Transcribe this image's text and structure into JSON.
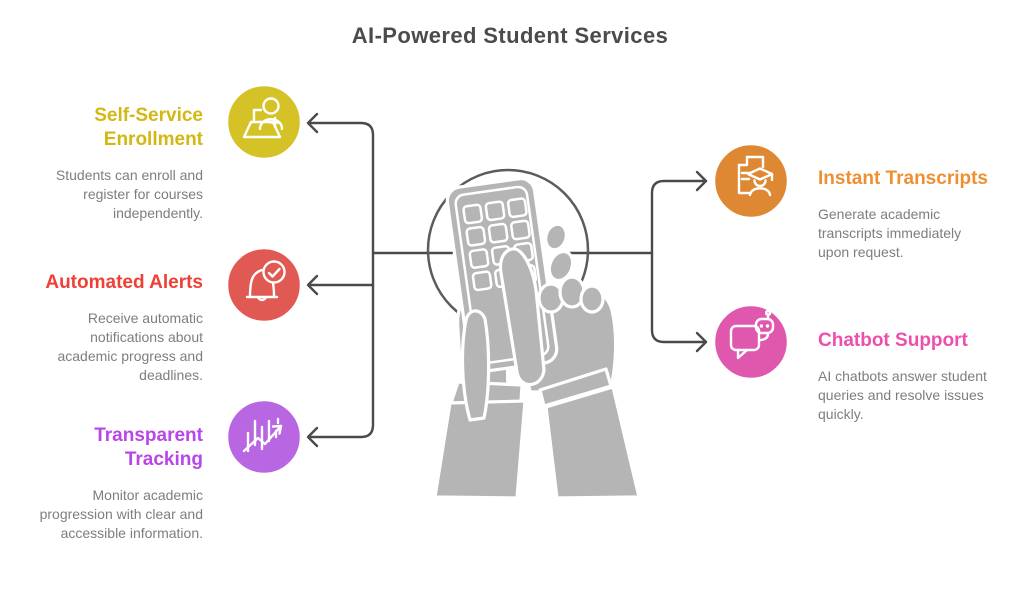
{
  "title": "AI-Powered Student Services",
  "colors": {
    "title": "#4b4b4b",
    "body_text": "#7e7e7e",
    "connector": "#4a4a4a",
    "background": "#ffffff",
    "illustration_fill": "#b5b5b5",
    "illustration_stroke": "#ffffff",
    "backdrop_circle": "#5c5c5c"
  },
  "items": [
    {
      "heading": "Self-Service Enrollment",
      "description": "Students can enroll and register for courses independently.",
      "heading_color": "#d3b712",
      "icon_color": "#d5c227",
      "icon": "enrollment-laptop-user-icon",
      "side": "left"
    },
    {
      "heading": "Automated Alerts",
      "description": "Receive automatic notifications about academic progress and deadlines.",
      "heading_color": "#ee4037",
      "icon_color": "#e15953",
      "icon": "bell-check-icon",
      "side": "left"
    },
    {
      "heading": "Transparent Tracking",
      "description": "Monitor academic progression with clear and accessible information.",
      "heading_color": "#b846e8",
      "icon_color": "#b966e2",
      "icon": "chart-growth-arrow-icon",
      "side": "left"
    },
    {
      "heading": "Instant Transcripts",
      "description": "Generate academic transcripts immediately upon request.",
      "heading_color": "#ee9031",
      "icon_color": "#de8833",
      "icon": "document-graduate-icon",
      "side": "right"
    },
    {
      "heading": "Chatbot Support",
      "description": "AI chatbots answer student queries and resolve issues quickly.",
      "heading_color": "#ec4fae",
      "icon_color": "#e058ae",
      "icon": "chat-bubble-robot-icon",
      "side": "right"
    }
  ],
  "illustration": {
    "name": "hands-using-smartphone"
  }
}
